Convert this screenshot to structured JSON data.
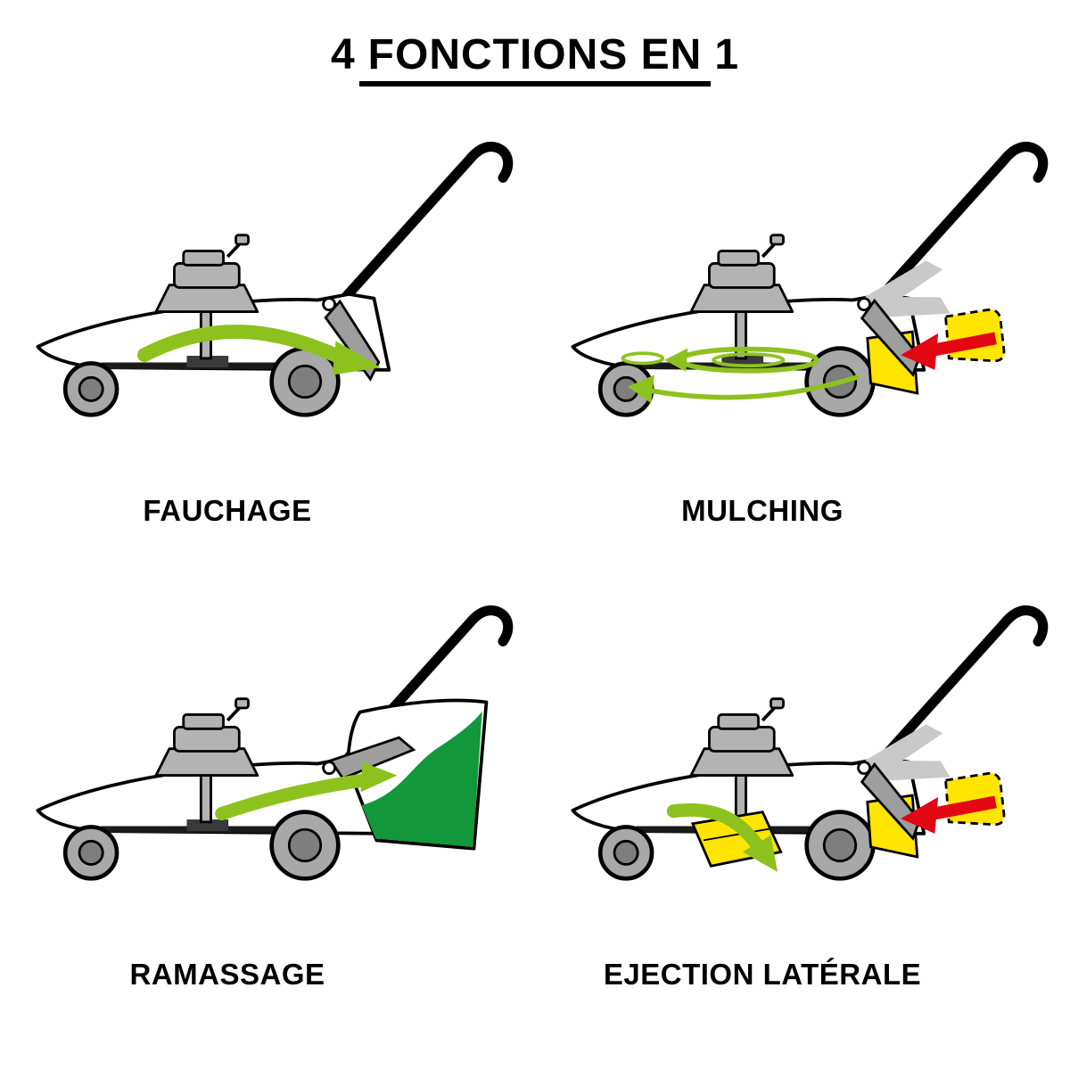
{
  "title": {
    "prefix": "4",
    "underlined": "FONCTIONS EN",
    "suffix": "1"
  },
  "quadrants": [
    {
      "id": "fauchage",
      "label": "FAUCHAGE",
      "icon": "mower-rear-discharge-icon"
    },
    {
      "id": "mulching",
      "label": "MULCHING",
      "icon": "mower-mulching-plug-icon"
    },
    {
      "id": "ramassage",
      "label": "RAMASSAGE",
      "icon": "mower-grass-catcher-icon"
    },
    {
      "id": "ejection-laterale",
      "label": "EJECTION LATÉRALE",
      "icon": "mower-side-chute-icon"
    }
  ],
  "colors": {
    "arrow_green": "#8DC21E",
    "arrow_red": "#E30613",
    "accessory_yellow": "#FFE500",
    "bag_green": "#12973B",
    "machine_gray": "#B3B3B3",
    "flap_gray": "#9E9E9E",
    "ghost_gray": "#C9C9C9",
    "outline": "#000000",
    "background": "#FFFFFF"
  }
}
